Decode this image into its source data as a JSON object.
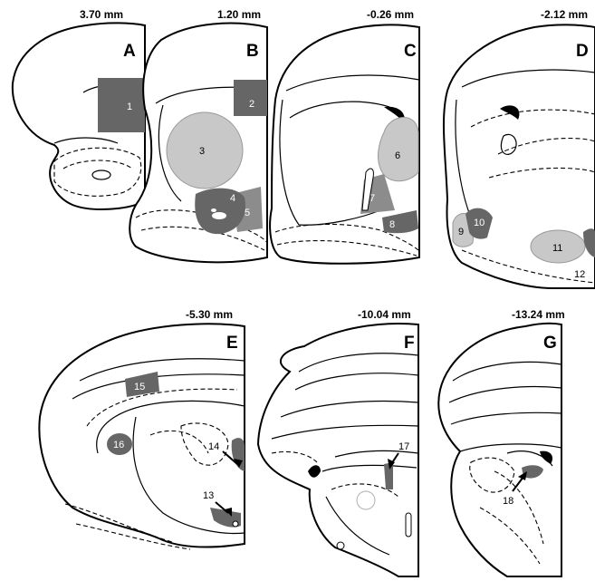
{
  "panels": [
    {
      "label": "A",
      "coordinate": "3.70 mm"
    },
    {
      "label": "B",
      "coordinate": "1.20 mm"
    },
    {
      "label": "C",
      "coordinate": "-0.26 mm"
    },
    {
      "label": "D",
      "coordinate": "-2.12 mm"
    },
    {
      "label": "E",
      "coordinate": "-5.30 mm"
    },
    {
      "label": "F",
      "coordinate": "-10.04 mm"
    },
    {
      "label": "G",
      "coordinate": "-13.24 mm"
    }
  ],
  "regions": [
    {
      "n": "1",
      "panel": "A",
      "shade": "dark"
    },
    {
      "n": "2",
      "panel": "B",
      "shade": "dark"
    },
    {
      "n": "3",
      "panel": "B",
      "shade": "light"
    },
    {
      "n": "4",
      "panel": "B",
      "shade": "dark"
    },
    {
      "n": "5",
      "panel": "B",
      "shade": "medium"
    },
    {
      "n": "6",
      "panel": "C",
      "shade": "light"
    },
    {
      "n": "7",
      "panel": "C",
      "shade": "medium"
    },
    {
      "n": "8",
      "panel": "C",
      "shade": "dark"
    },
    {
      "n": "9",
      "panel": "D",
      "shade": "light"
    },
    {
      "n": "10",
      "panel": "D",
      "shade": "dark"
    },
    {
      "n": "11",
      "panel": "D",
      "shade": "light"
    },
    {
      "n": "12",
      "panel": "D",
      "shade": "dark"
    },
    {
      "n": "13",
      "panel": "E",
      "shade": "dark"
    },
    {
      "n": "14",
      "panel": "E",
      "shade": "dark"
    },
    {
      "n": "15",
      "panel": "E",
      "shade": "dark"
    },
    {
      "n": "16",
      "panel": "E",
      "shade": "dark"
    },
    {
      "n": "17",
      "panel": "F",
      "shade": "dark"
    },
    {
      "n": "18",
      "panel": "G",
      "shade": "dark"
    }
  ],
  "colors": {
    "dark": "#666666",
    "medium": "#8c8c8c",
    "light": "#c8c8c8"
  }
}
